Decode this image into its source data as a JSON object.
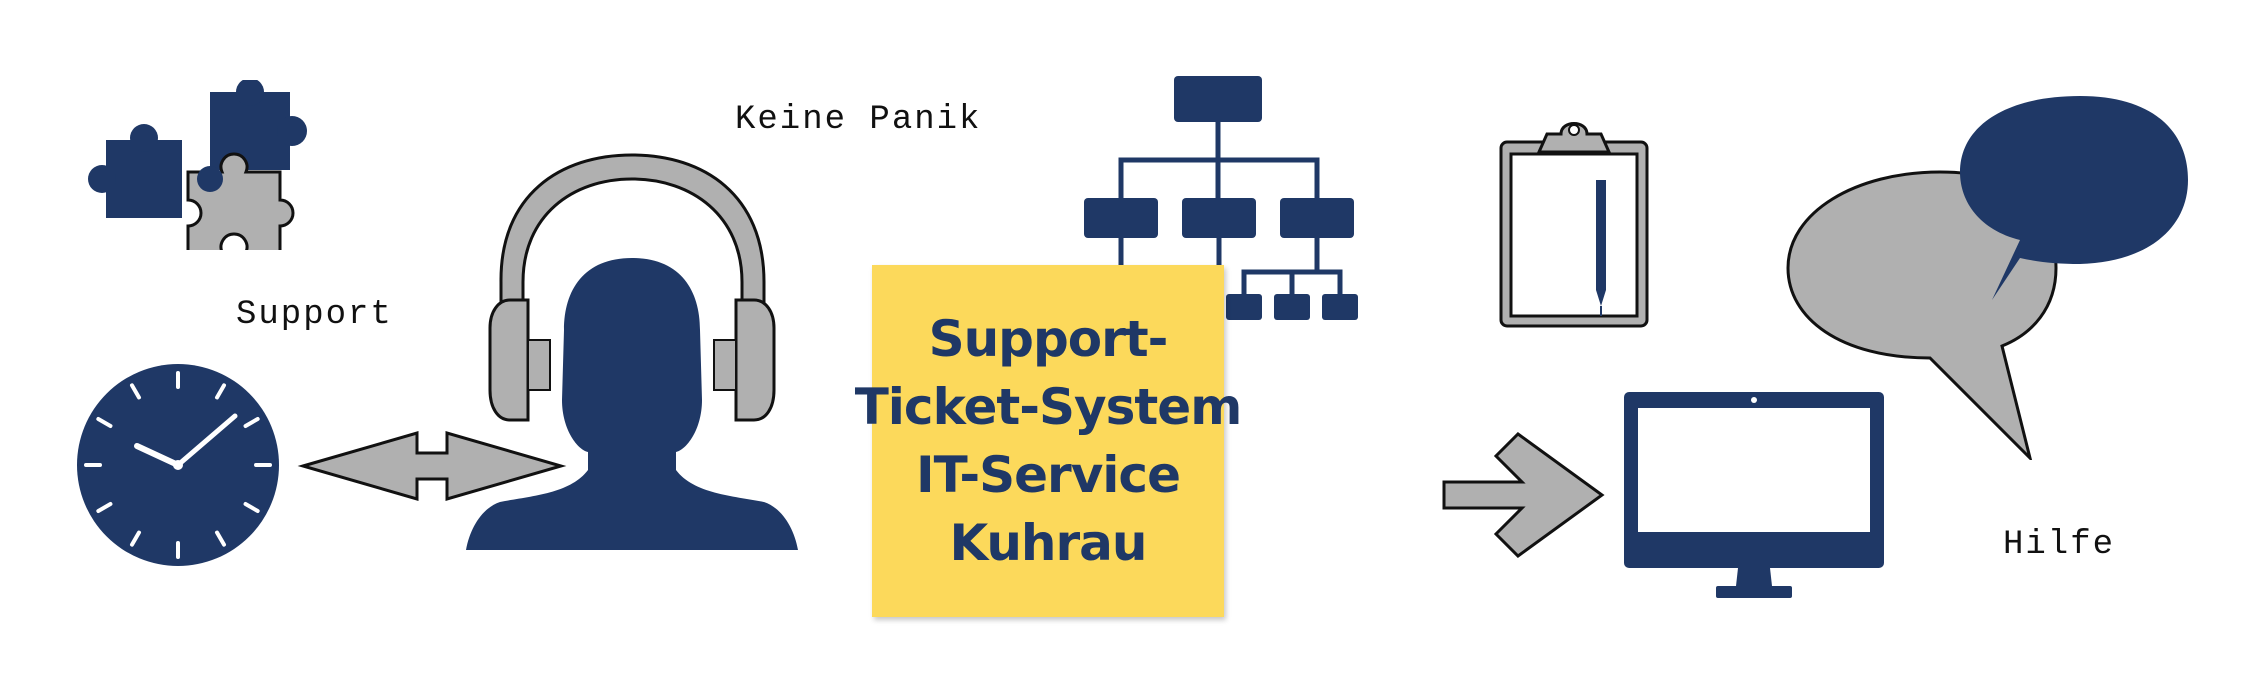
{
  "labels": {
    "support": "Support",
    "keine_panik": "Keine Panik",
    "hilfe": "Hilfe"
  },
  "note": {
    "lines": [
      "Support-",
      "Ticket-System",
      "IT-Service",
      "Kuhrau"
    ]
  },
  "icons": [
    "puzzle-icon",
    "clock-icon",
    "double-arrow-icon",
    "headset-person-icon",
    "org-chart-icon",
    "clipboard-icon",
    "monitor-icon",
    "right-arrow-icon",
    "speech-bubbles-icon"
  ],
  "colors": {
    "navy": "#1f3866",
    "gray": "#b0b0b0",
    "outline": "#111111",
    "note": "#fcd95b"
  }
}
